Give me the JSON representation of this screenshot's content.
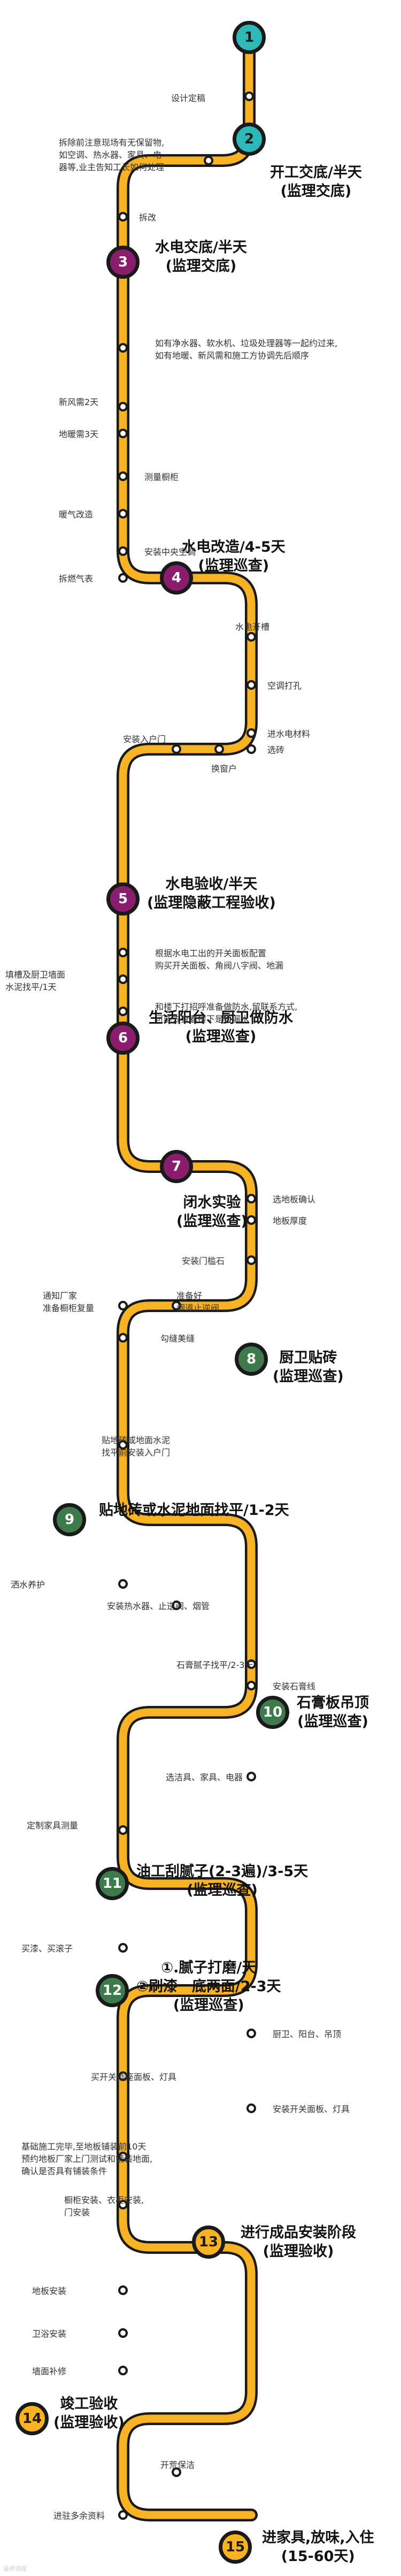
{
  "colors": {
    "path": "#F7B324",
    "outline": "#1a1a1a",
    "teal": "#2FB8B8",
    "purple": "#8B1D6E",
    "green": "#3E7A4C",
    "orange": "#F7B324"
  },
  "stages": [
    {
      "num": "1",
      "title": "",
      "color": "#2FB8B8"
    },
    {
      "num": "2",
      "title": "开工交底/半天\n(监理交底)",
      "color": "#2FB8B8"
    },
    {
      "num": "3",
      "title": "水电交底/半天\n(监理交底)",
      "color": "#8B1D6E"
    },
    {
      "num": "4",
      "title": "水电改造/4-5天\n(监理巡查)",
      "color": "#8B1D6E"
    },
    {
      "num": "5",
      "title": "水电验收/半天\n(监理隐蔽工程验收)",
      "color": "#8B1D6E"
    },
    {
      "num": "6",
      "title": "生活阳台、厨卫做防水\n(监理巡查)",
      "color": "#8B1D6E"
    },
    {
      "num": "7",
      "title": "闭水实验\n(监理巡查)",
      "color": "#8B1D6E"
    },
    {
      "num": "8",
      "title": "厨卫贴砖\n(监理巡查)",
      "color": "#3E7A4C"
    },
    {
      "num": "9",
      "title": "贴地砖或水泥地面找平/1-2天",
      "color": "#3E7A4C"
    },
    {
      "num": "10",
      "title": "石膏板吊顶\n(监理巡查)",
      "color": "#3E7A4C"
    },
    {
      "num": "11",
      "title": "油工刮腻子(2-3遍)/3-5天\n(监理巡查)",
      "color": "#3E7A4C"
    },
    {
      "num": "12",
      "title": "①.腻子打磨/天\n②刷漆一底两面/2-3天\n(监理巡查)",
      "color": "#3E7A4C"
    },
    {
      "num": "13",
      "title": "进行成品安装阶段\n(监理验收)",
      "color": "#F7B324"
    },
    {
      "num": "14",
      "title": "竣工验收\n(监理验收)",
      "color": "#F7B324"
    },
    {
      "num": "15",
      "title": "进家具,放味,入住\n(15-60天)",
      "color": "#F7B324"
    }
  ],
  "steps": [
    "设计定稿",
    "拆除前注意现场有无保留物,\n如空调、热水器、家具、电\n器等,业主告知工长如何处理",
    "拆改",
    "如有净水器、软水机、垃圾处理器等一起约过来,\n如有地暖、新风需和施工方协调先后顺序",
    "新风需2天",
    "地暖需3天",
    "测量橱柜",
    "暖气改造",
    "安装中央空调",
    "拆燃气表",
    "水电开槽",
    "空调打孔",
    "进水电材料",
    "安装入户门",
    "选砖",
    "换窗户",
    "根据水电工出的开关面板配置\n购买开关面板、角阀八字阀、地漏",
    "填槽及厨卫墙面\n水泥找平/1天",
    "和楼下打招呼准备做防水,留联系方式,\n可能去查看楼下是否漏水",
    "选地板确认",
    "地板厚度",
    "安装门槛石",
    "通知厂家\n准备橱柜复量",
    "准备好\n烟道止逆阀",
    "勾缝美缝",
    "贴地砖或地面水泥\n找平前安装入户门",
    "洒水养护",
    "安装热水器、止逆阀、烟管",
    "石膏腻子找平/2-3天",
    "安装石膏线",
    "选洁具、家具、电器",
    "定制家具测量",
    "买漆、买滚子",
    "厨卫、阳台、吊顶",
    "买开关插座面板、灯具",
    "安装开关面板、灯具",
    "基础施工完毕,至地板铺装前10天\n预约地板厂家上门测试和铺装地面,\n确认是否具有铺装条件",
    "橱柜安装、衣柜安装,\n门安装",
    "地板安装",
    "卫浴安装",
    "墙面补修",
    "开荒保洁",
    "进驻多余资料"
  ]
}
